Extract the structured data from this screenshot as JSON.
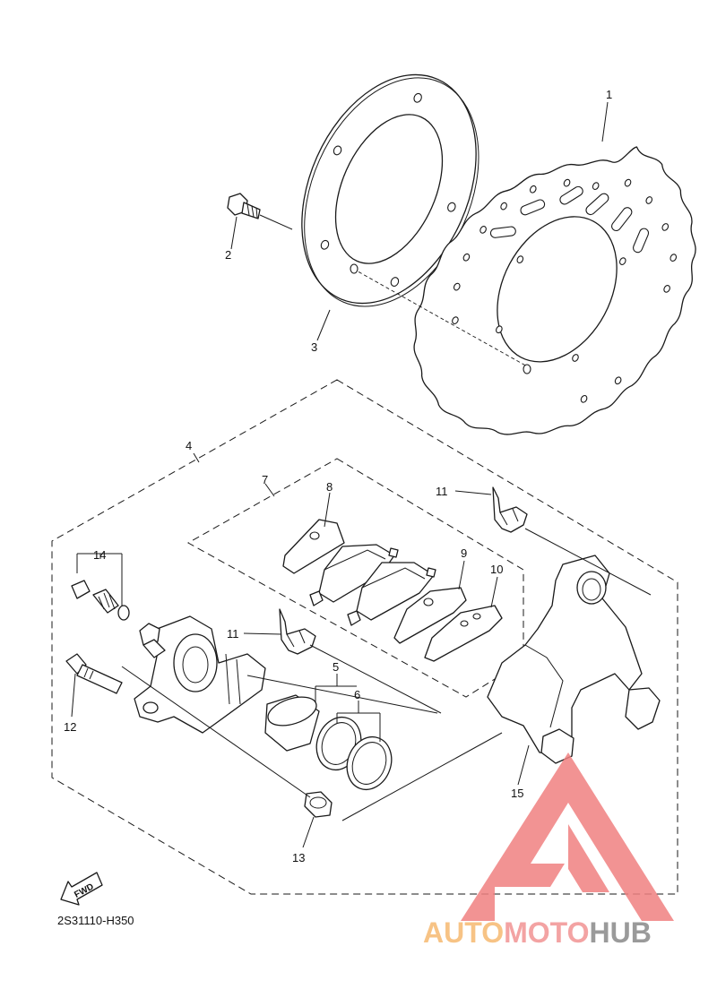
{
  "diagram": {
    "callouts": [
      {
        "id": "1",
        "label": "1"
      },
      {
        "id": "2",
        "label": "2"
      },
      {
        "id": "3",
        "label": "3"
      },
      {
        "id": "4",
        "label": "4"
      },
      {
        "id": "5",
        "label": "5"
      },
      {
        "id": "6",
        "label": "6"
      },
      {
        "id": "7",
        "label": "7"
      },
      {
        "id": "8",
        "label": "8"
      },
      {
        "id": "9",
        "label": "9"
      },
      {
        "id": "10",
        "label": "10"
      },
      {
        "id": "11a",
        "label": "11"
      },
      {
        "id": "11b",
        "label": "11"
      },
      {
        "id": "12",
        "label": "12"
      },
      {
        "id": "13",
        "label": "13"
      },
      {
        "id": "14",
        "label": "14"
      },
      {
        "id": "15",
        "label": "15"
      }
    ],
    "diagram_code": "2S31110-H350",
    "direction_label": "FWD"
  },
  "watermark": {
    "auto": "AUTO",
    "moto": "MOTO",
    "hub": "HUB",
    "colors": {
      "auto": "#f7c385",
      "moto": "#f3a3a3",
      "hub": "#9a9a9a",
      "logo": "#f08080"
    }
  }
}
